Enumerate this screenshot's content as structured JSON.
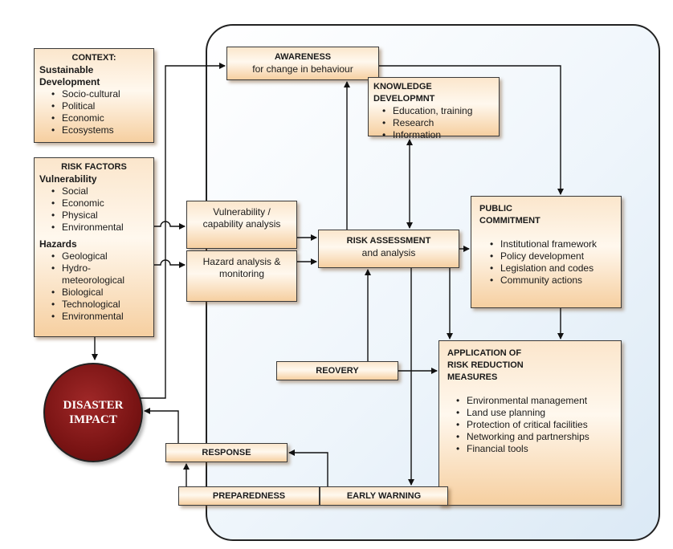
{
  "context": {
    "title": "CONTEXT:",
    "subtitle": "Sustainable Development",
    "items": [
      "Socio-cultural",
      "Political",
      "Economic",
      "Ecosystems"
    ]
  },
  "risk_factors": {
    "title": "RISK FACTORS",
    "vulnerability_heading": "Vulnerability",
    "vulnerability_items": [
      "Social",
      "Economic",
      "Physical",
      "Environmental"
    ],
    "hazards_heading": "Hazards",
    "hazard_items": [
      "Geological",
      "Hydro-meteorological",
      "Biological",
      "Technological",
      "Environmental"
    ]
  },
  "awareness": {
    "title": "AWARENESS",
    "subtitle": "for change in behaviour"
  },
  "knowledge": {
    "title": "KNOWLEDGE DEVELOPMNT",
    "items": [
      "Education, training",
      "Research",
      "Information"
    ]
  },
  "vulnerability_analysis": {
    "label": "Vulnerability / capability analysis"
  },
  "hazard_analysis": {
    "label": "Hazard analysis & monitoring"
  },
  "risk_assessment": {
    "title": "RISK ASSESSMENT",
    "subtitle": "and analysis"
  },
  "public_commitment": {
    "title_line1": "PUBLIC",
    "title_line2": "COMMITMENT",
    "items": [
      "Institutional framework",
      "Policy development",
      "Legislation and codes",
      "Community actions"
    ]
  },
  "recovery": {
    "label": "REOVERY"
  },
  "application": {
    "title_line1": "APPLICATION OF",
    "title_line2": "RISK REDUCTION",
    "title_line3": "MEASURES",
    "items": [
      "Environmental management",
      "Land use planning",
      "Protection of critical facilities",
      "Networking and partnerships",
      "Financial tools"
    ]
  },
  "disaster": {
    "line1": "DISASTER",
    "line2": "IMPACT"
  },
  "response": {
    "label": "RESPONSE"
  },
  "preparedness": {
    "label": "PREPAREDNESS"
  },
  "early_warning": {
    "label": "EARLY WARNING"
  }
}
